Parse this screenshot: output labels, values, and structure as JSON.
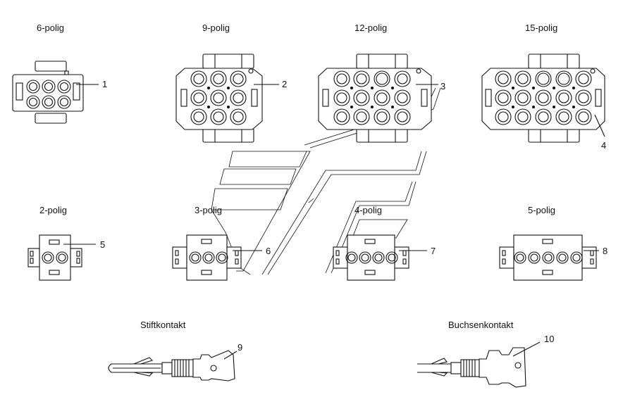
{
  "connectors": [
    {
      "pins": "6-polig",
      "callout": "1"
    },
    {
      "pins": "9-polig",
      "callout": "2"
    },
    {
      "pins": "12-polig",
      "callout": "3"
    },
    {
      "pins": "15-polig",
      "callout": "4"
    },
    {
      "pins": "2-polig",
      "callout": "5"
    },
    {
      "pins": "3-polig",
      "callout": "6"
    },
    {
      "pins": "4-polig",
      "callout": "7"
    },
    {
      "pins": "5-polig",
      "callout": "8"
    }
  ],
  "contacts": [
    {
      "label": "Stiftkontakt",
      "callout": "9"
    },
    {
      "label": "Buchsenkontakt",
      "callout": "10"
    }
  ]
}
